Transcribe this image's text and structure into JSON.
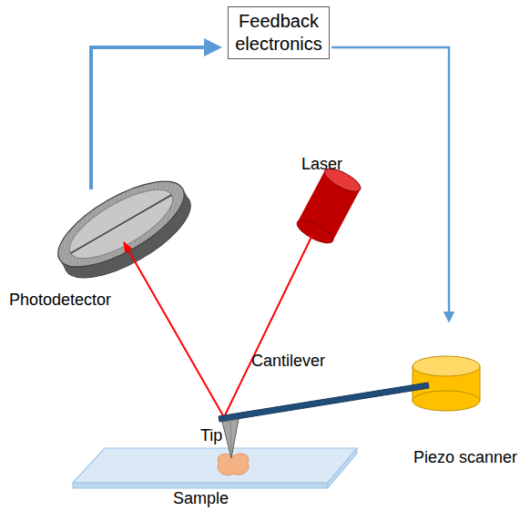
{
  "diagram": {
    "nodes": [
      {
        "text": [
          "Feedback electronics"
        ]
      }
    ],
    "labels": [
      "Laser",
      "Photodetector",
      "Cantilever",
      "Tip",
      "Piezo scanner",
      "Sample"
    ]
  }
}
